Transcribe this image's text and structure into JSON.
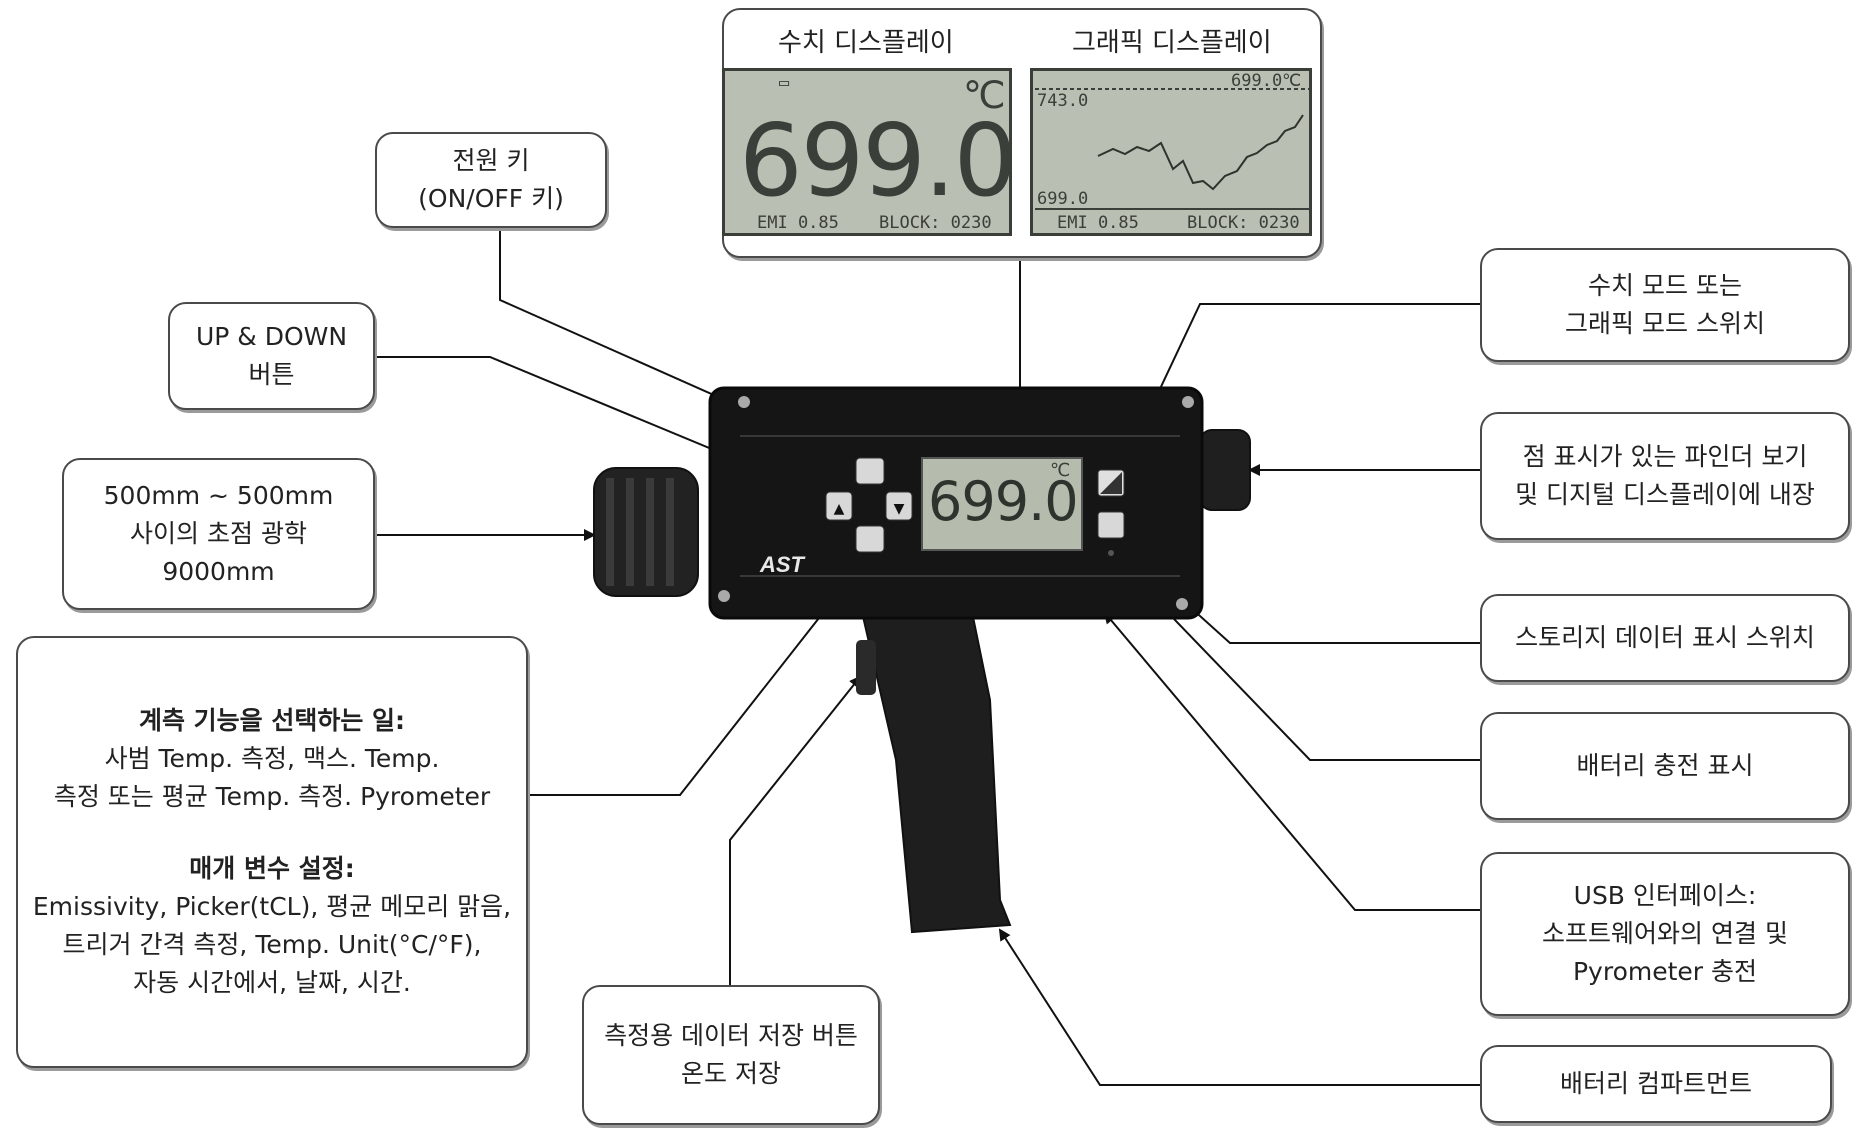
{
  "displays": {
    "numeric_label": "수치 디스플레이",
    "graphic_label": "그래픽 디스플레이",
    "numeric_value": "699.0",
    "unit": "℃",
    "numeric_footer_left": "EMI 0.85",
    "numeric_footer_right": "BLOCK: 0230",
    "graph_top_left": "743.0",
    "graph_top_right": "699.0℃",
    "graph_bottom_left": "699.0",
    "graph_footer_left": "EMI 0.85",
    "graph_footer_right": "BLOCK: 0230"
  },
  "device": {
    "logo": "AST",
    "screen_value": "699.0",
    "screen_unit": "℃"
  },
  "callouts": {
    "power_key": [
      "전원 키",
      "(ON/OFF 키)"
    ],
    "up_down": [
      "UP & DOWN",
      "버튼"
    ],
    "focus_optics": [
      "500mm ~ 500mm",
      "사이의 초점 광학",
      "9000mm"
    ],
    "mode_switch": [
      "수치 모드 또는",
      "그래픽 모드 스위치"
    ],
    "finder": [
      "점 표시가 있는 파인더 보기",
      "및 디지털 디스플레이에 내장"
    ],
    "storage_switch": [
      "스토리지 데이터 표시 스위치"
    ],
    "battery_indicator": [
      "배터리 충전 표시"
    ],
    "usb": [
      "USB 인터페이스:",
      "소프트웨어와의 연결 및",
      "Pyrometer 충전"
    ],
    "battery_compartment": [
      "배터리 컴파트먼트"
    ],
    "save_button": [
      "측정용 데이터 저장 버튼",
      "온도 저장"
    ],
    "functions": {
      "head1": "계측 기능을 선택하는 일:",
      "lines1": [
        "사범 Temp. 측정, 맥스. Temp.",
        "측정 또는 평균 Temp. 측정. Pyrometer"
      ],
      "head2": "매개 변수 설정:",
      "lines2": [
        "Emissivity, Picker(tCL), 평균 메모리 맑음,",
        "트리거 간격 측정, Temp. Unit(°C/°F),",
        "자동 시간에서, 날짜, 시간."
      ]
    }
  }
}
